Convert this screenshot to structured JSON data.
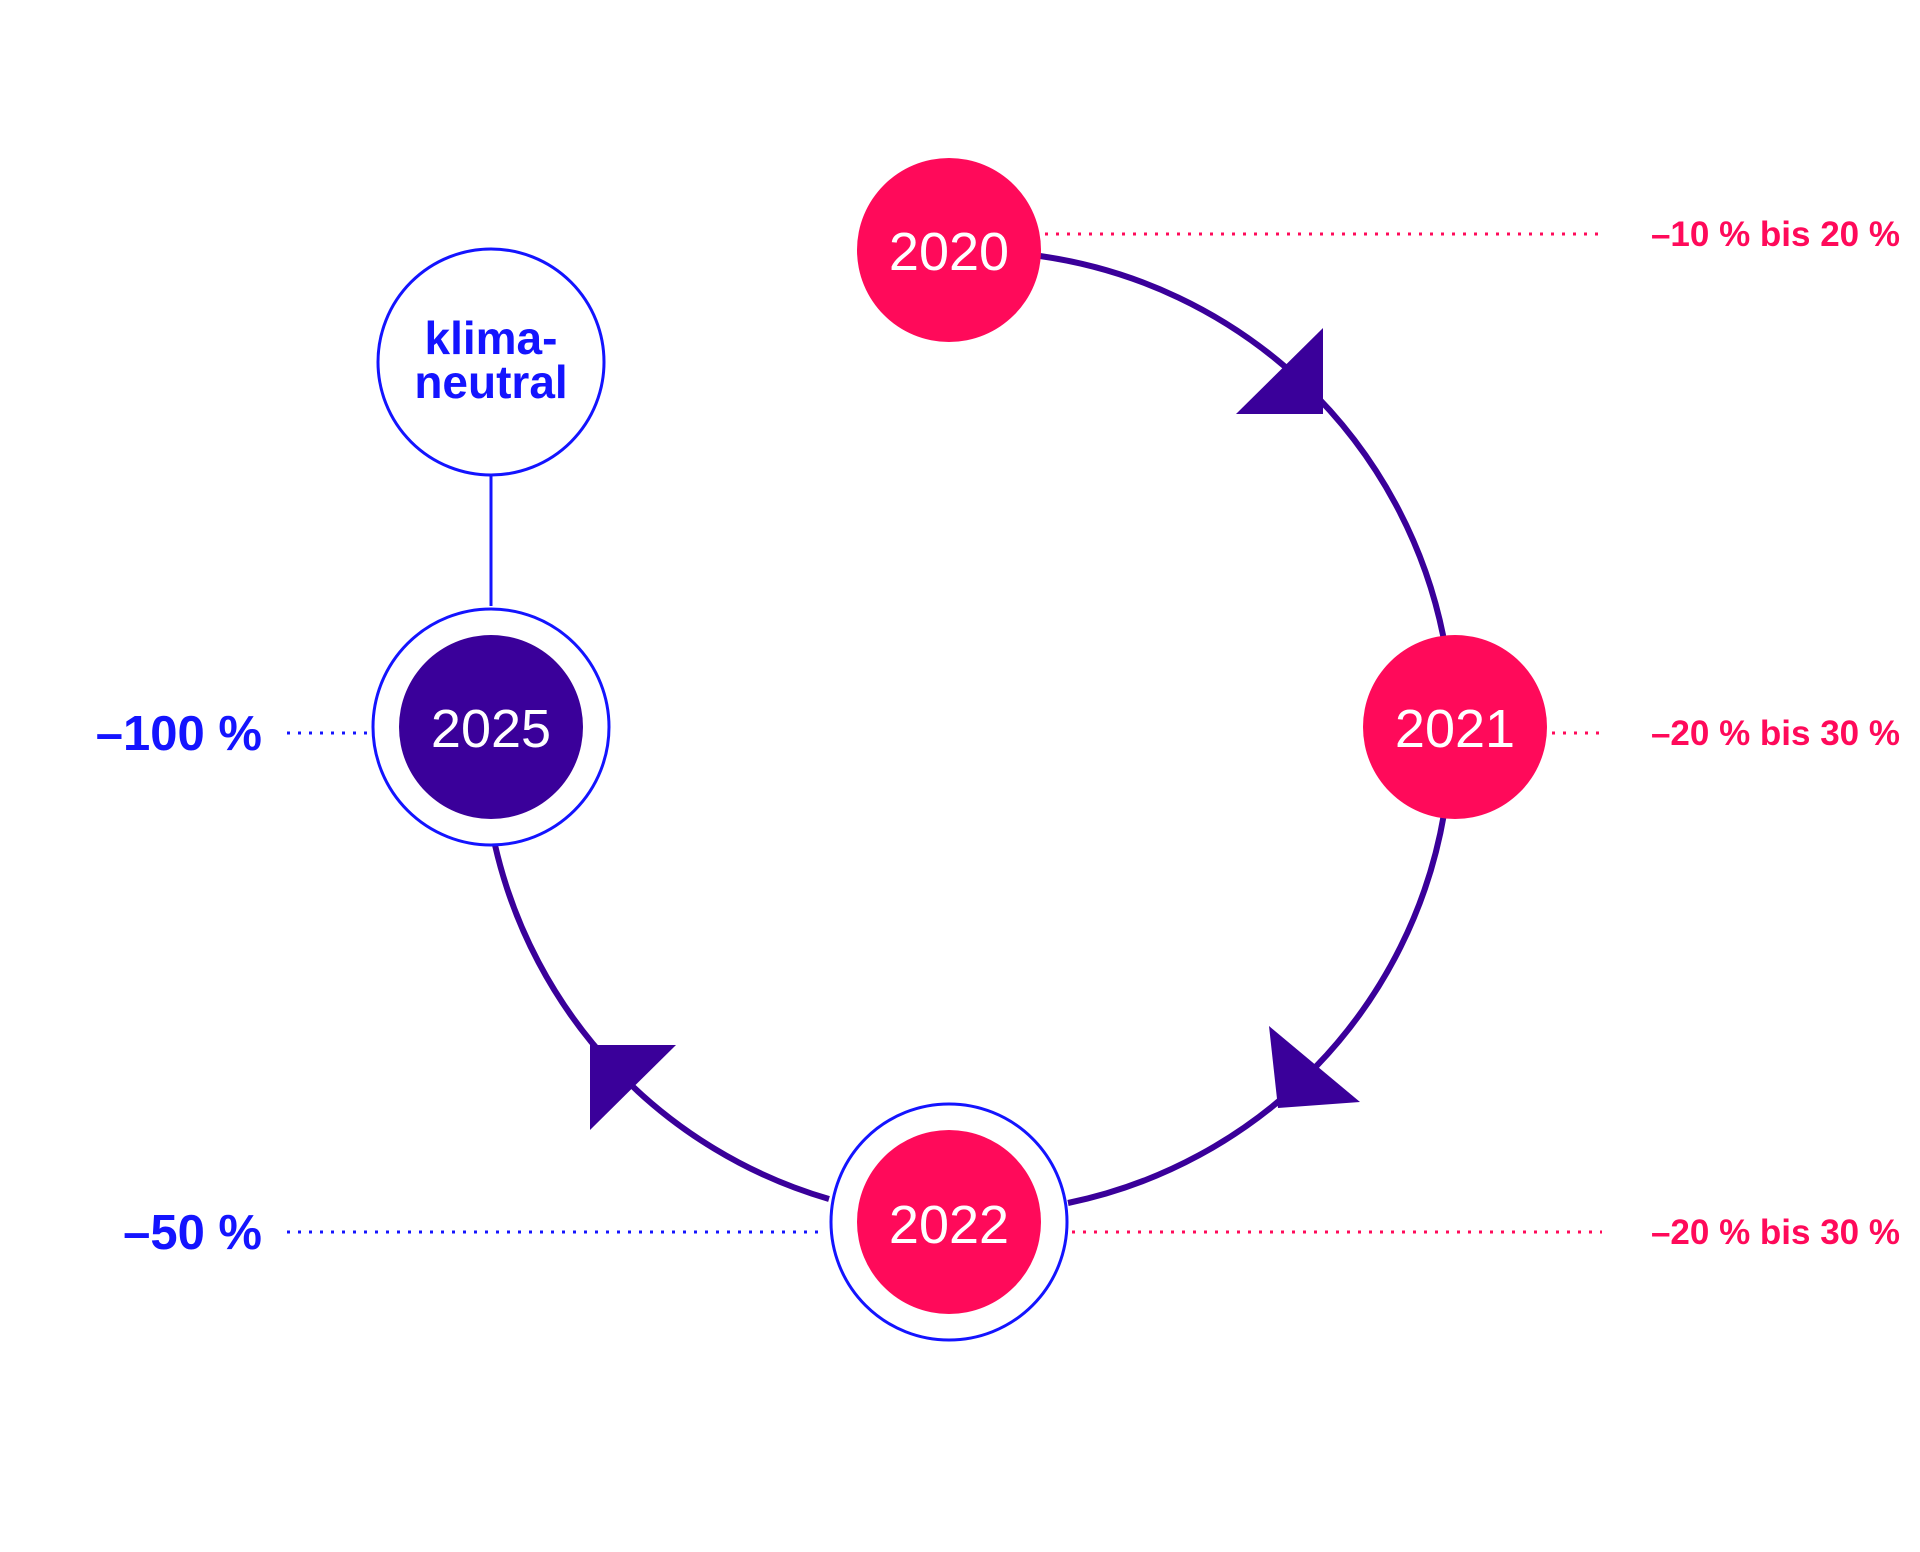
{
  "colors": {
    "pink": "#ff0a5a",
    "purple": "#3a009a",
    "blue": "#1414ff",
    "white": "#ffffff"
  },
  "nodes": {
    "n2020": {
      "label": "2020"
    },
    "n2021": {
      "label": "2021"
    },
    "n2022": {
      "label": "2022"
    },
    "n2025": {
      "label": "2025"
    }
  },
  "goal": {
    "line1": "klima-",
    "line2": "neutral"
  },
  "targets": {
    "t2020": "–10 % bis 20 %",
    "t2021": "–20 % bis 30 %",
    "t2022_right": "–20 % bis 30 %",
    "t2022_left": "–50 %",
    "t2025": "–100 %"
  }
}
